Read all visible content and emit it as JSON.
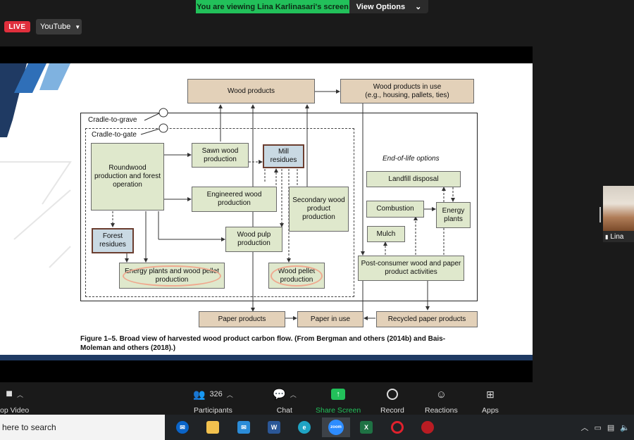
{
  "banner": {
    "message": "You are viewing Lina Karlinasari's screen",
    "view_options": "View Options"
  },
  "stream": {
    "live": "LIVE",
    "destination": "YouTube"
  },
  "slide": {
    "boxes": {
      "wood_products": "Wood products",
      "wood_in_use": "Wood products in use\n(e.g., housing, pallets, ties)",
      "sawn_wood": "Sawn wood production",
      "mill_residues": "Mill residues",
      "roundwood": "Roundwood production and forest operation",
      "engineered_wood": "Engineered wood production",
      "secondary_wood": "Secondary wood product production",
      "forest_residues": "Forest residues",
      "wood_pulp": "Wood pulp production",
      "energy_plants_pellet": "Energy plants and wood pellet production",
      "wood_pellet": "Wood pellet production",
      "landfill": "Landfill disposal",
      "combustion": "Combustion",
      "energy_plants": "Energy plants",
      "mulch": "Mulch",
      "post_consumer": "Post-consumer wood and paper product activities",
      "paper_products": "Paper products",
      "paper_in_use": "Paper in use",
      "recycled_paper": "Recycled paper products"
    },
    "labels": {
      "cradle_to_grave": "Cradle-to-grave",
      "cradle_to_gate": "Cradle-to-gate",
      "end_of_life": "End-of-life options"
    },
    "caption": "Figure 1–5. Broad view of harvested wood product carbon flow. (From Bergman and others (2014b) and Bais-Moleman and others (2018).)"
  },
  "participant": {
    "name": "Lina"
  },
  "toolbar": {
    "stop_video": "op Video",
    "participants": "Participants",
    "participant_count": "326",
    "chat": "Chat",
    "share_screen": "Share Screen",
    "record": "Record",
    "reactions": "Reactions",
    "apps": "Apps"
  },
  "taskbar": {
    "search_placeholder": "here to search",
    "apps": [
      "mail",
      "file-explorer",
      "outlook",
      "word",
      "edge",
      "zoom",
      "excel",
      "opera",
      "other"
    ],
    "zoom_label": "zoom"
  },
  "colors": {
    "share_green": "#22c05a",
    "live_red": "#e02f3c",
    "box_tan": "#e3d1b9",
    "box_green": "#dfe8cc",
    "box_blue": "#c9d9e3"
  }
}
